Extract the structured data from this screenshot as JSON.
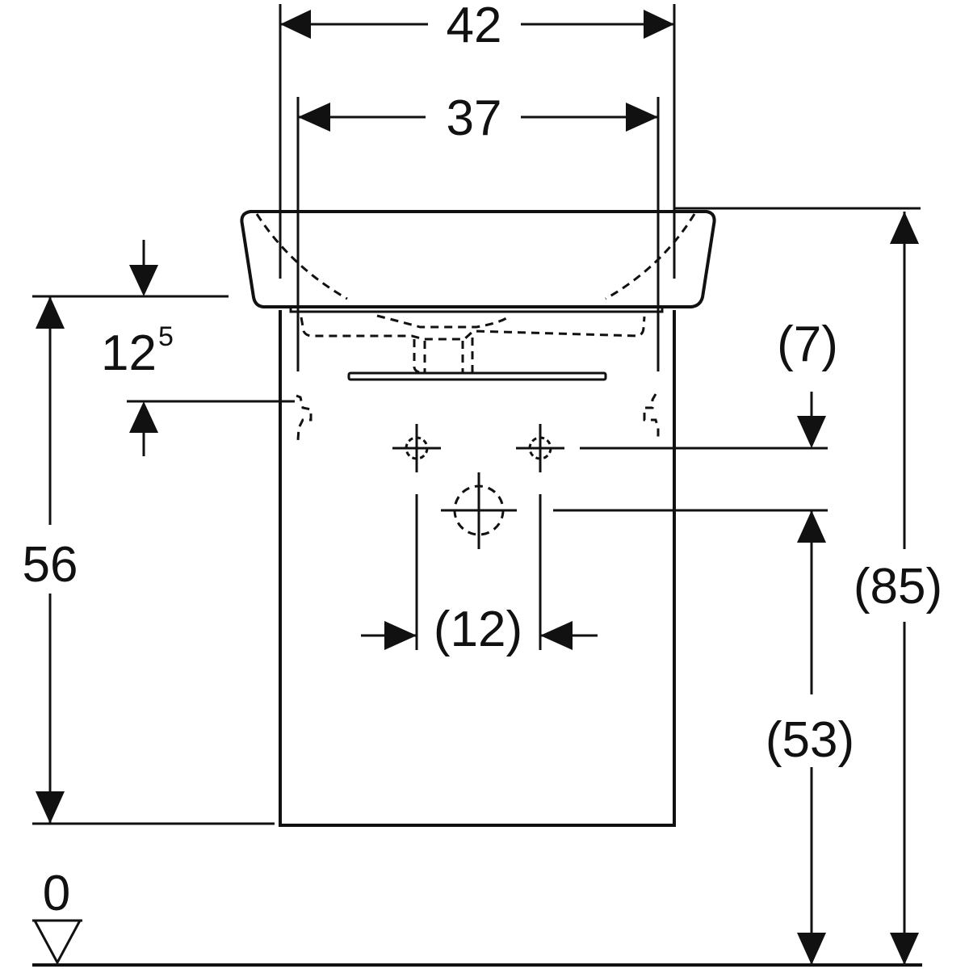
{
  "diagram": {
    "title": "Washbasin with vanity unit - dimension drawing",
    "dimensions": {
      "overall_width": "42",
      "inner_width": "37",
      "basin_depth_main": "12",
      "basin_depth_sup": "5",
      "tap_offset": "(7)",
      "cabinet_height": "56",
      "hole_spacing": "(12)",
      "total_height": "(85)",
      "waste_height": "(53)",
      "floor_level": "0"
    },
    "colors": {
      "line": "#111111",
      "background": "#ffffff"
    }
  }
}
